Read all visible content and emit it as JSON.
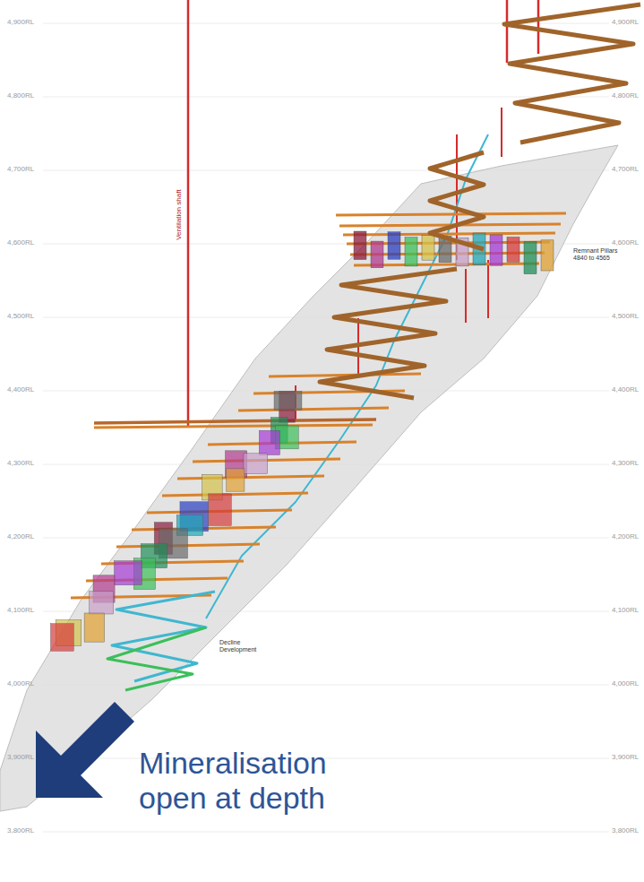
{
  "diagram": {
    "labels": [
      "4,900RL",
      "4,800RL",
      "4,700RL",
      "4,600RL",
      "4,500RL",
      "4,400RL",
      "4,300RL",
      "4,200RL",
      "4,100RL",
      "4,000RL",
      "3,900RL",
      "3,800RL",
      "4,900RL",
      "4,800RL",
      "4,700RL",
      "4,600RL",
      "4,500RL",
      "4,400RL",
      "4,300RL",
      "4,200RL",
      "4,100RL",
      "4,000RL",
      "3,900RL",
      "3,800RL",
      "Ventilation shaft",
      "Remnant Pillars 4840 to 4565",
      "Decline Development",
      "Mineralisation open at depth"
    ]
  }
}
